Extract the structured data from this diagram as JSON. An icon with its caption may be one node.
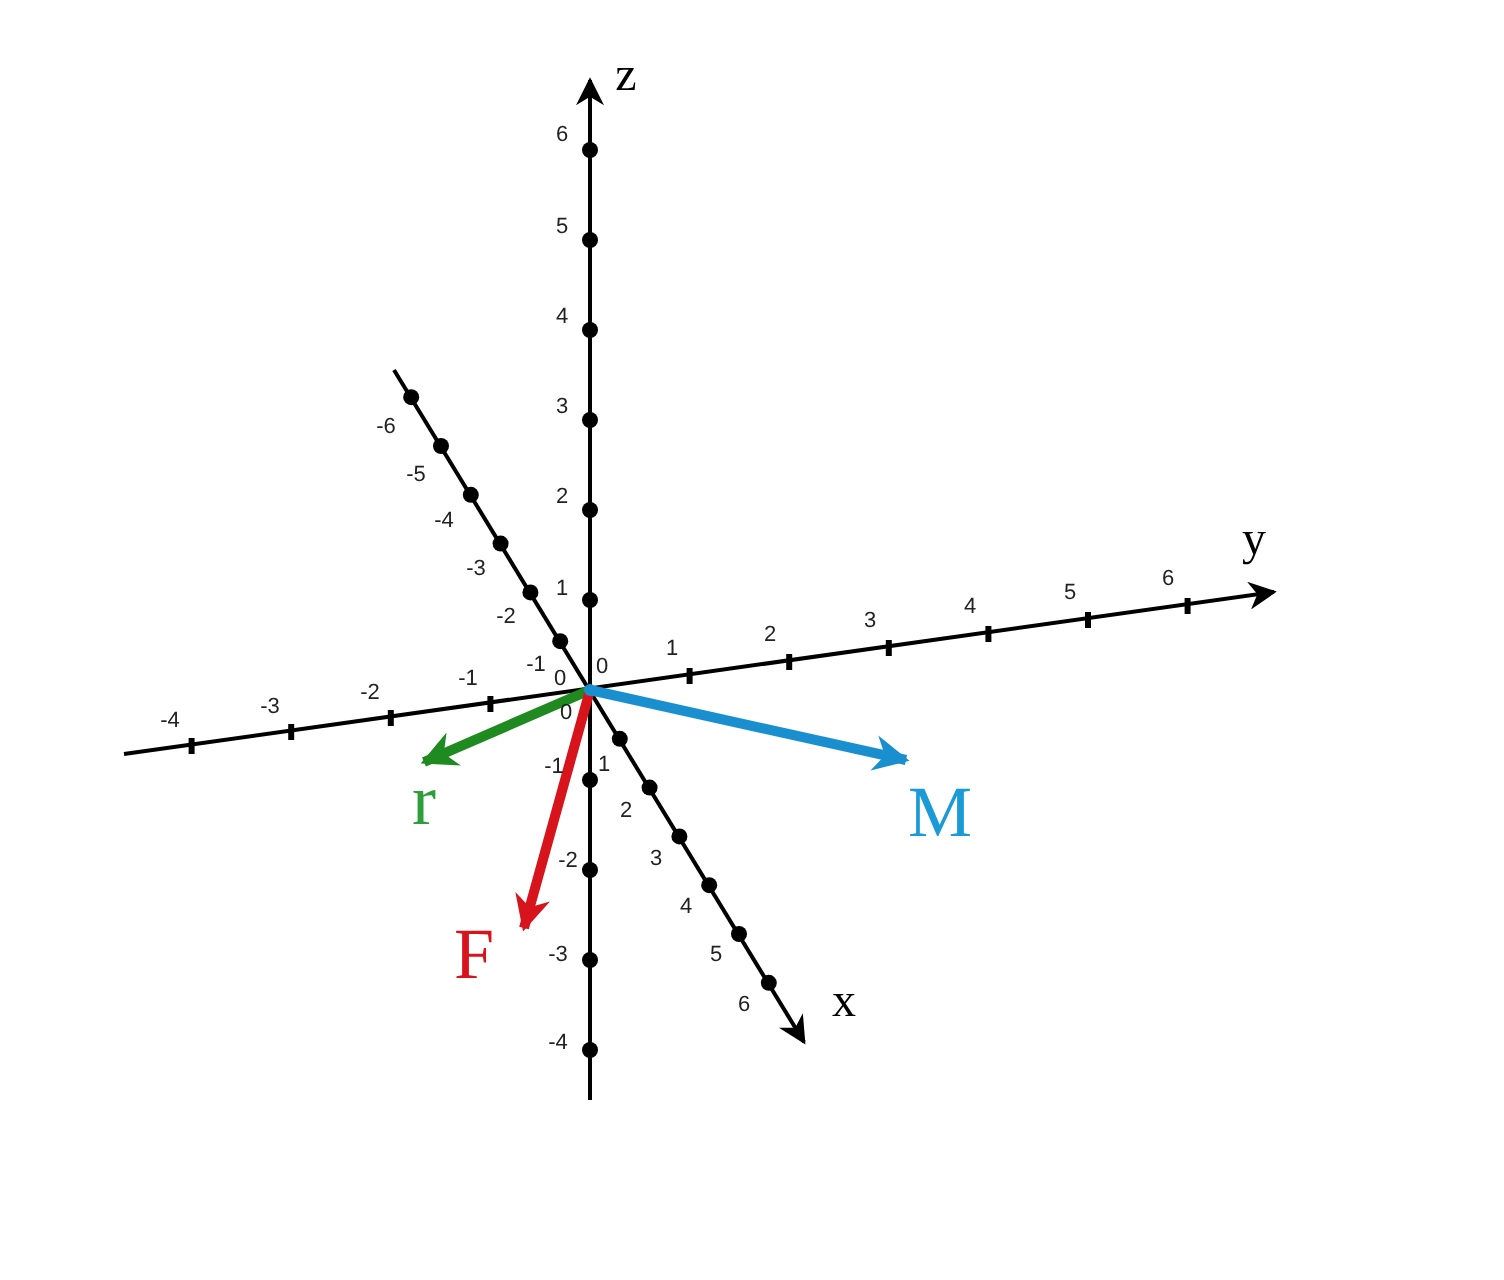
{
  "diagram": {
    "labels": [
      "z",
      "6",
      "5",
      "4",
      "3",
      "2",
      "1",
      "-1",
      "-2",
      "-3",
      "-4",
      "y",
      "-4",
      "-3",
      "-2",
      "-1",
      "1",
      "2",
      "3",
      "4",
      "5",
      "6",
      "x",
      "-6",
      "-5",
      "-4",
      "-3",
      "-2",
      "-1",
      "1",
      "2",
      "3",
      "4",
      "5",
      "6",
      "0",
      "0",
      "0",
      "r",
      "F",
      "M"
    ]
  }
}
